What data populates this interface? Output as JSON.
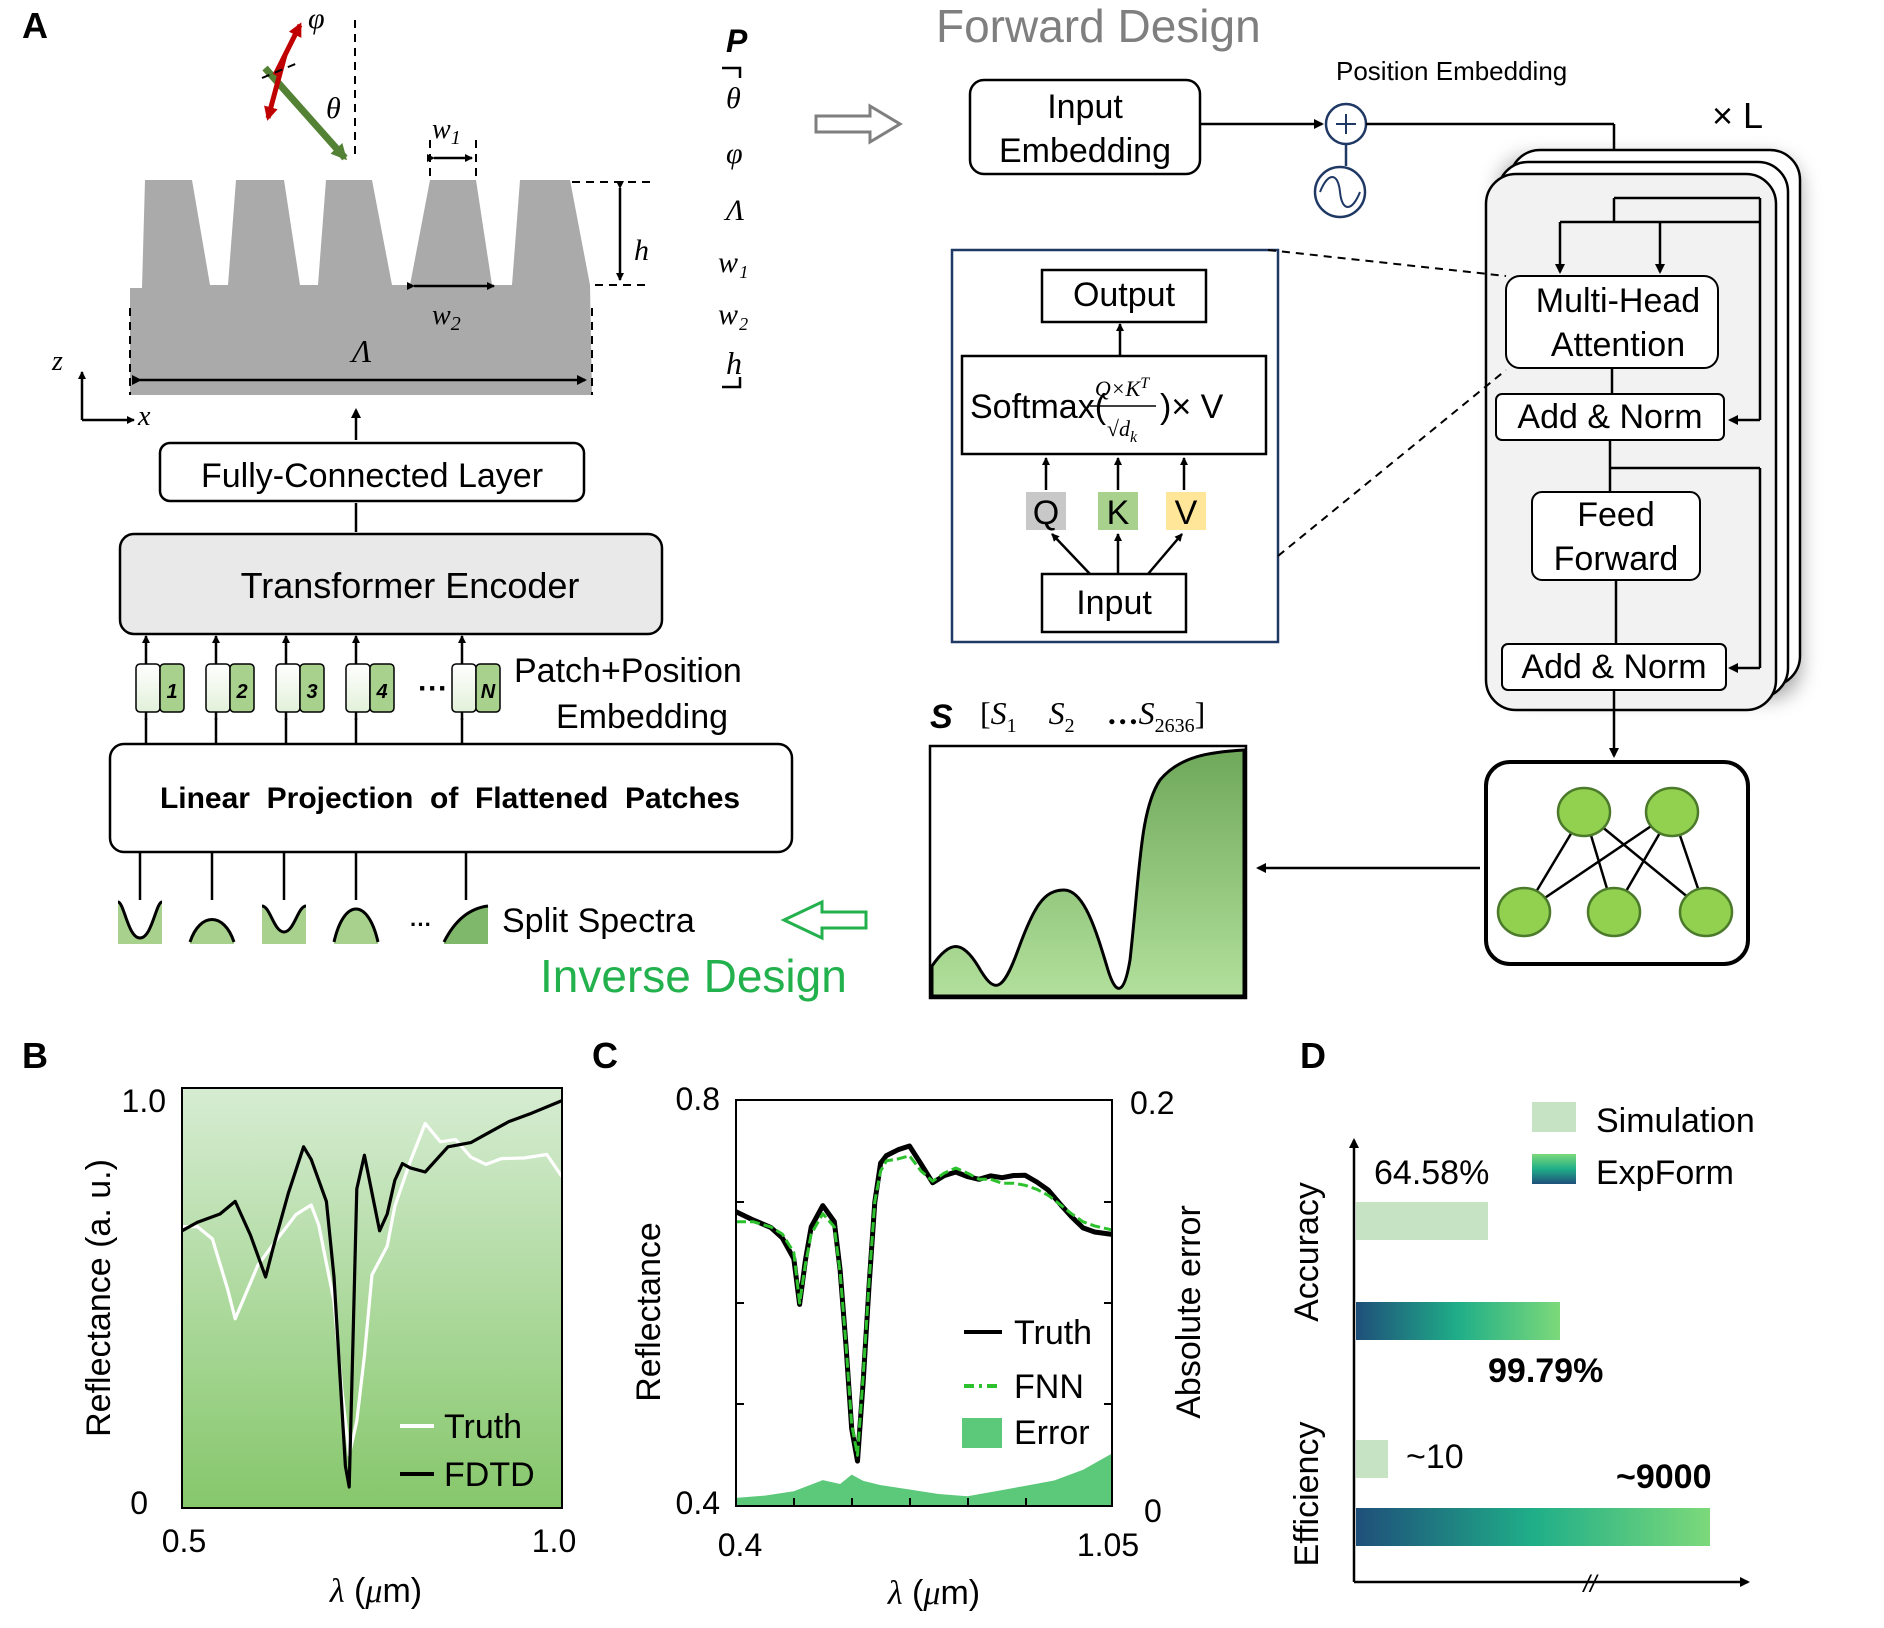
{
  "panel_a": {
    "label": "A",
    "angles": {
      "phi": "φ",
      "theta": "θ"
    },
    "grating": {
      "w1": "w",
      "w1_sub": "1",
      "w2": "w",
      "w2_sub": "2",
      "h": "h",
      "lambda": "Λ",
      "z": "z",
      "x": "x"
    },
    "params": {
      "P": "P",
      "list": [
        "θ",
        "φ",
        "Λ",
        "w₁",
        "w₂",
        "h"
      ]
    },
    "fc_layer": "Fully-Connected Layer",
    "transformer": "Transformer Encoder",
    "tokens": [
      "1",
      "2",
      "3",
      "4",
      "N"
    ],
    "ellipsis": "···",
    "patch_embed_line1": "Patch+Position",
    "patch_embed_line2": "Embedding",
    "linear_proj": "Linear  Projection  of  Flattened  Patches",
    "split_spectra": "Split Spectra",
    "inverse_design": "Inverse Design",
    "forward_design": "Forward Design",
    "input_embedding_1": "Input",
    "input_embedding_2": "Embedding",
    "position_embedding": "Position Embedding",
    "times_L": "× L",
    "mha_1": "Multi-Head",
    "mha_2": "Attention",
    "add_norm": "Add & Norm",
    "ff_1": "Feed",
    "ff_2": "Forward",
    "attn_output": "Output",
    "attn_formula": "Softmax(Q×Kᵀ/√dₖ)×V",
    "attn_formula_prefix": "Softmax(",
    "attn_formula_suffix": ")× V",
    "q": "Q",
    "k": "K",
    "v": "V",
    "attn_input": "Input",
    "s_label": "S",
    "s_vector": "[S₁   S₂   …S₂₆₃₆]",
    "colors": {
      "green_dark": "#6fa85a",
      "green_light": "#b8dfa5",
      "q_fill": "#c8c8c8",
      "k_fill": "#a9d18e",
      "v_fill": "#ffe699",
      "node_fill": "#92d050",
      "red_arrow": "#c00000",
      "green_arrow": "#548235",
      "inverse_green": "#22b14c",
      "forward_gray": "#7f7f7f"
    }
  },
  "panel_b": {
    "label": "B",
    "ylabel": "Reflectance (a. u.)",
    "xlabel": "λ (μm)",
    "yticks": [
      "1.0",
      "0"
    ],
    "xticks": [
      "0.5",
      "1.0"
    ],
    "legend": [
      "Truth",
      "FDTD"
    ]
  },
  "panel_c": {
    "label": "C",
    "ylabel": "Reflectance",
    "y2label": "Absolute error",
    "xlabel": "λ (μm)",
    "yticks": [
      "0.8",
      "0.4"
    ],
    "y2ticks": [
      "0.2",
      "0"
    ],
    "xticks": [
      "0.4",
      "1.05"
    ],
    "legend": [
      "Truth",
      "FNN",
      "Error"
    ]
  },
  "panel_d": {
    "label": "D",
    "legend": [
      "Simulation",
      "ExpForm"
    ],
    "ylabels": [
      "Accuracy",
      "Efficiency"
    ],
    "values": {
      "acc_sim": "64.58%",
      "acc_exp": "99.79%",
      "eff_sim": "~10",
      "eff_exp": "~9000"
    },
    "axis_break": "//"
  },
  "chart_data": [
    {
      "type": "line",
      "panel": "B",
      "xlabel": "λ (μm)",
      "ylabel": "Reflectance (a. u.)",
      "xlim": [
        0.5,
        1.0
      ],
      "ylim": [
        0,
        1.0
      ],
      "series": [
        {
          "name": "Truth",
          "color": "#ffffff",
          "x": [
            0.5,
            0.52,
            0.54,
            0.56,
            0.57,
            0.6,
            0.62,
            0.65,
            0.67,
            0.68,
            0.7,
            0.71,
            0.72,
            0.73,
            0.74,
            0.75,
            0.77,
            0.78,
            0.8,
            0.82,
            0.84,
            0.86,
            0.88,
            0.9,
            0.92,
            0.95,
            0.98,
            1.0
          ],
          "y": [
            0.67,
            0.66,
            0.63,
            0.52,
            0.46,
            0.59,
            0.63,
            0.69,
            0.71,
            0.67,
            0.5,
            0.3,
            0.13,
            0.2,
            0.35,
            0.55,
            0.63,
            0.73,
            0.83,
            0.91,
            0.86,
            0.87,
            0.84,
            0.83,
            0.84,
            0.83,
            0.83,
            0.78
          ]
        },
        {
          "name": "FDTD",
          "color": "#000000",
          "x": [
            0.5,
            0.52,
            0.55,
            0.57,
            0.59,
            0.61,
            0.62,
            0.64,
            0.66,
            0.67,
            0.69,
            0.7,
            0.71,
            0.715,
            0.72,
            0.725,
            0.73,
            0.74,
            0.75,
            0.76,
            0.77,
            0.78,
            0.79,
            0.8,
            0.82,
            0.85,
            0.88,
            0.9,
            0.93,
            0.96,
            1.0
          ],
          "y": [
            0.66,
            0.68,
            0.7,
            0.73,
            0.65,
            0.55,
            0.62,
            0.75,
            0.86,
            0.83,
            0.73,
            0.55,
            0.25,
            0.1,
            0.05,
            0.4,
            0.76,
            0.84,
            0.75,
            0.66,
            0.7,
            0.78,
            0.82,
            0.81,
            0.8,
            0.86,
            0.87,
            0.89,
            0.92,
            0.94,
            0.97
          ]
        }
      ]
    },
    {
      "type": "line",
      "panel": "C",
      "xlabel": "λ (μm)",
      "ylabel": "Reflectance",
      "y2label": "Absolute error",
      "xlim": [
        0.4,
        1.05
      ],
      "ylim": [
        0.4,
        0.8
      ],
      "y2lim": [
        0,
        0.2
      ],
      "series": [
        {
          "name": "Truth",
          "color": "#000000",
          "x": [
            0.4,
            0.43,
            0.46,
            0.48,
            0.5,
            0.51,
            0.52,
            0.53,
            0.55,
            0.57,
            0.58,
            0.59,
            0.6,
            0.61,
            0.62,
            0.63,
            0.64,
            0.65,
            0.66,
            0.68,
            0.7,
            0.72,
            0.74,
            0.76,
            0.78,
            0.8,
            0.82,
            0.84,
            0.86,
            0.88,
            0.9,
            0.92,
            0.94,
            0.96,
            0.98,
            1.0,
            1.02,
            1.05
          ],
          "y": [
            0.69,
            0.685,
            0.68,
            0.67,
            0.648,
            0.6,
            0.64,
            0.67,
            0.69,
            0.675,
            0.63,
            0.56,
            0.48,
            0.45,
            0.53,
            0.62,
            0.7,
            0.735,
            0.74,
            0.745,
            0.75,
            0.735,
            0.72,
            0.73,
            0.735,
            0.73,
            0.725,
            0.725,
            0.72,
            0.72,
            0.72,
            0.715,
            0.71,
            0.7,
            0.69,
            0.68,
            0.675,
            0.67
          ]
        },
        {
          "name": "FNN",
          "color": "#2dc22d",
          "x": [
            0.4,
            0.43,
            0.46,
            0.48,
            0.5,
            0.51,
            0.52,
            0.53,
            0.55,
            0.57,
            0.58,
            0.59,
            0.6,
            0.61,
            0.62,
            0.63,
            0.64,
            0.65,
            0.66,
            0.68,
            0.7,
            0.72,
            0.74,
            0.76,
            0.78,
            0.8,
            0.82,
            0.84,
            0.86,
            0.88,
            0.9,
            0.92,
            0.94,
            0.96,
            0.98,
            1.0,
            1.02,
            1.05
          ],
          "y": [
            0.68,
            0.68,
            0.675,
            0.668,
            0.65,
            0.6,
            0.638,
            0.668,
            0.688,
            0.675,
            0.63,
            0.56,
            0.48,
            0.45,
            0.53,
            0.62,
            0.7,
            0.73,
            0.74,
            0.742,
            0.745,
            0.73,
            0.72,
            0.728,
            0.733,
            0.728,
            0.722,
            0.722,
            0.718,
            0.718,
            0.716,
            0.712,
            0.706,
            0.697,
            0.688,
            0.68,
            0.676,
            0.672
          ]
        },
        {
          "name": "Error",
          "color": "#5cc87a",
          "x": [
            0.4,
            0.45,
            0.5,
            0.55,
            0.58,
            0.6,
            0.62,
            0.65,
            0.7,
            0.75,
            0.8,
            0.85,
            0.9,
            0.95,
            1.0,
            1.05
          ],
          "y": [
            0.004,
            0.005,
            0.007,
            0.012,
            0.01,
            0.014,
            0.011,
            0.009,
            0.007,
            0.005,
            0.004,
            0.006,
            0.008,
            0.01,
            0.014,
            0.02
          ]
        }
      ]
    },
    {
      "type": "bar",
      "panel": "D",
      "categories": [
        "Accuracy",
        "Efficiency"
      ],
      "series": [
        {
          "name": "Simulation",
          "values": [
            64.58,
            10
          ]
        },
        {
          "name": "ExpForm",
          "values": [
            99.79,
            9000
          ]
        }
      ]
    }
  ]
}
